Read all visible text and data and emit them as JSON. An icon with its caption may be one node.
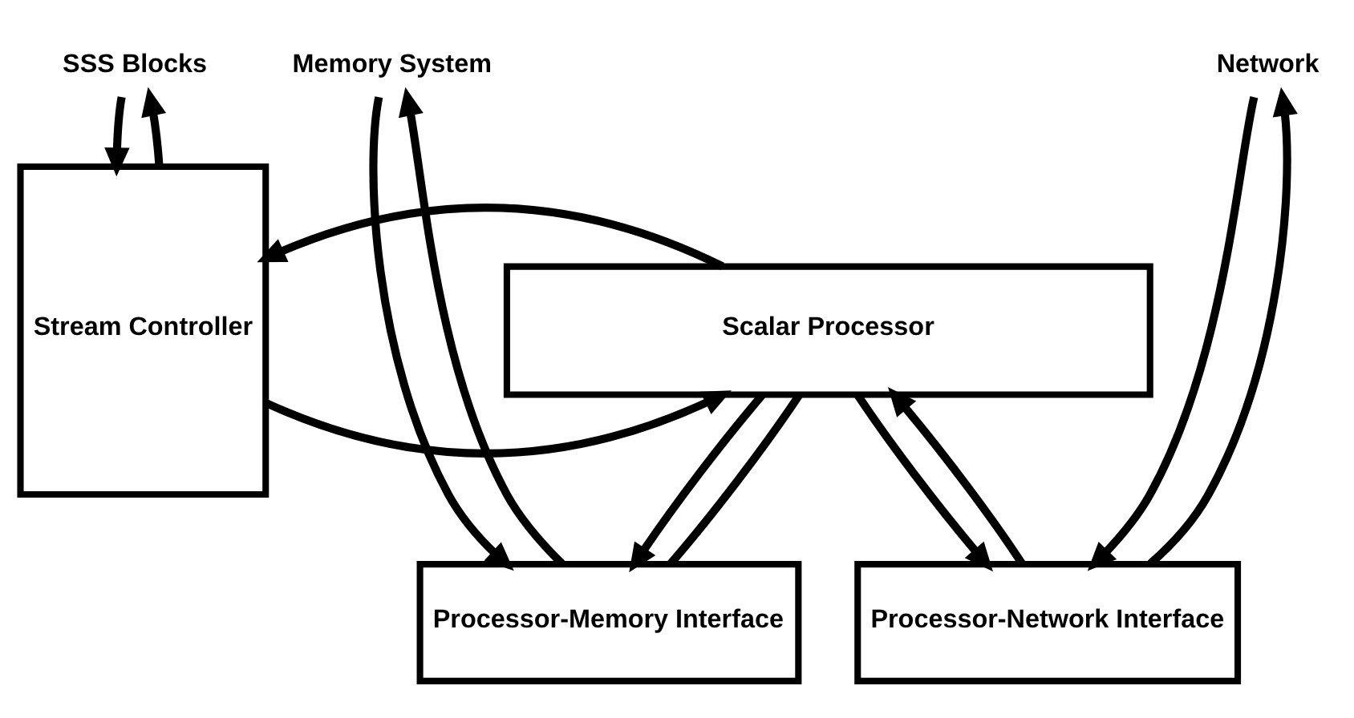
{
  "diagram": {
    "nodes": [
      {
        "text": [
          "SSS Blocks"
        ]
      },
      {
        "text": [
          "Memory System"
        ]
      },
      {
        "text": [
          "Network"
        ]
      },
      {
        "text": [
          "Stream Controller"
        ]
      },
      {
        "text": [
          "Processor-Memory Interface"
        ]
      },
      {
        "text": [
          "Processor-Network Interface"
        ]
      },
      {
        "text": [
          "Scalar Processor"
        ]
      }
    ],
    "edges": [
      {
        "from": 3,
        "to": 0,
        "arrow": "to"
      },
      {
        "from": 0,
        "to": 3,
        "arrow": "to"
      },
      {
        "from": 4,
        "to": 1,
        "arrow": "to"
      },
      {
        "from": 1,
        "to": 4,
        "arrow": "to"
      },
      {
        "from": 5,
        "to": 2,
        "arrow": "to"
      },
      {
        "from": 2,
        "to": 5,
        "arrow": "to"
      },
      {
        "from": 6,
        "to": 4,
        "arrow": "to"
      },
      {
        "from": 4,
        "to": 6,
        "arrow": "none"
      },
      {
        "from": 6,
        "to": 5,
        "arrow": "to"
      },
      {
        "from": 5,
        "to": 6,
        "arrow": "to"
      },
      {
        "from": 3,
        "to": 6,
        "arrow": "to"
      },
      {
        "from": 6,
        "to": 3,
        "arrow": "to"
      }
    ]
  }
}
